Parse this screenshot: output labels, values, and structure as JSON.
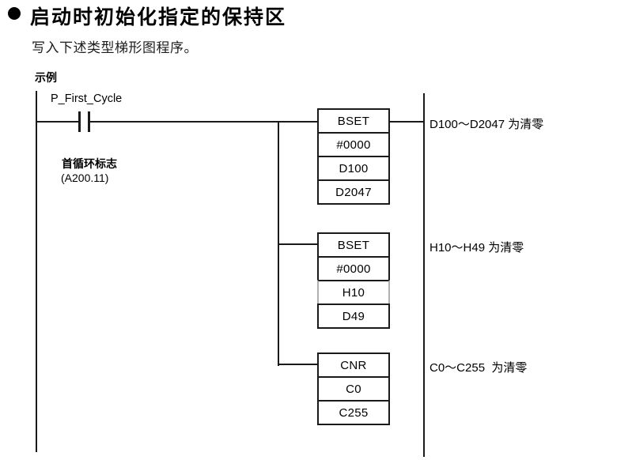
{
  "page": {
    "bullet": "●",
    "heading": "启动时初始化指定的保持区",
    "subtitle": "写入下述类型梯形图程序。",
    "example_label": "示例"
  },
  "ladder": {
    "contact": {
      "symbol_label": "P_First_Cycle",
      "name_cn": "首循环标志",
      "address": "(A200.11)"
    },
    "rungs": [
      {
        "instruction": "BSET",
        "operands": [
          "#0000",
          "D100",
          "D2047"
        ],
        "comment": "D100～D2047 为清零"
      },
      {
        "instruction": "BSET",
        "operands": [
          "#0000",
          "H10",
          "D49"
        ],
        "comment": "H10～H49 为清零"
      },
      {
        "instruction": "CNR",
        "operands": [
          "C0",
          "C255"
        ],
        "comment": "C0～C255  为清零"
      }
    ]
  },
  "colors": {
    "line": "#1a1a1a",
    "text": "#000000",
    "background": "#ffffff"
  }
}
